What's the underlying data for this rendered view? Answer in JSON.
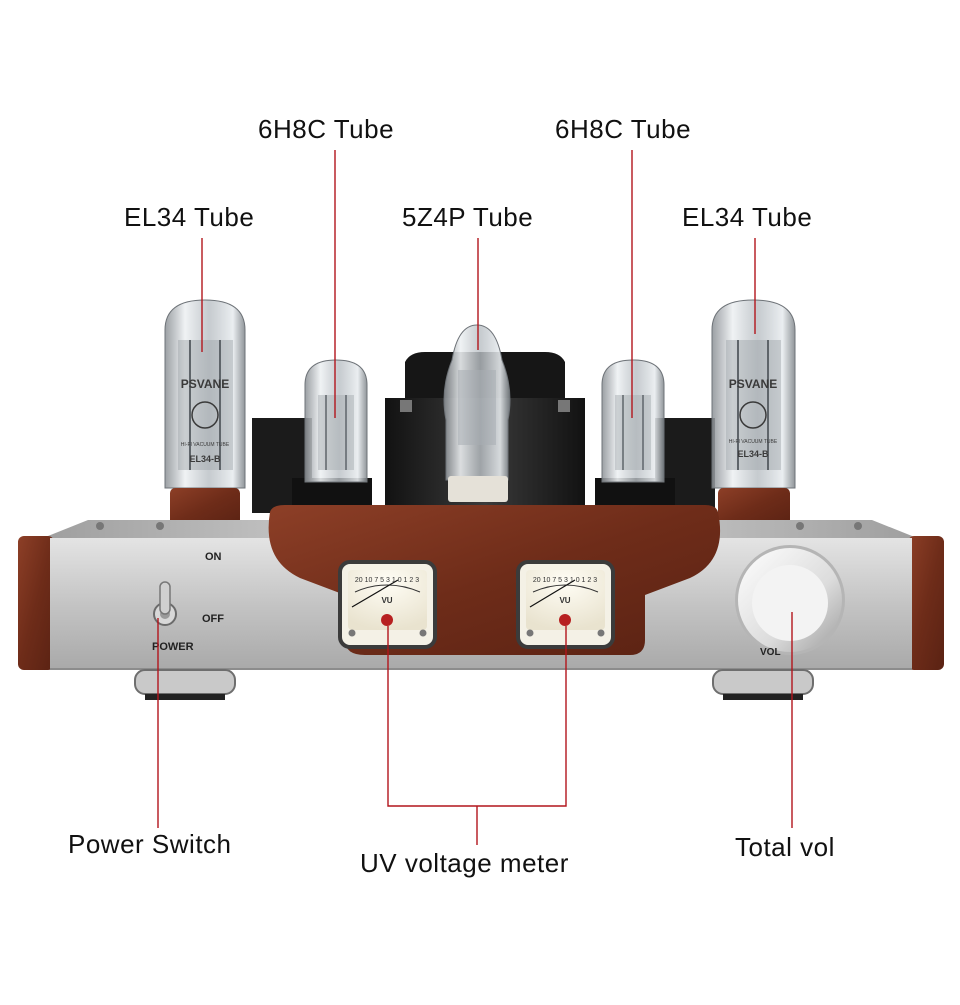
{
  "labels": {
    "el34_left": "EL34 Tube",
    "h6h8c_left": "6H8C Tube",
    "z5z4p": "5Z4P Tube",
    "h6h8c_right": "6H8C Tube",
    "el34_right": "EL34 Tube",
    "power_switch": "Power Switch",
    "uv_meter": "UV voltage meter",
    "total_vol": "Total vol"
  },
  "panel": {
    "on": "ON",
    "off": "OFF",
    "power": "POWER",
    "vol": "VOL"
  },
  "tube_print": {
    "brand": "PSVANE",
    "line": "HI-FI VACUUM TUBE",
    "model": "EL34-B"
  },
  "meter": {
    "scale": "20 10 7 5 3 1 0 1 2 3",
    "unit": "VU"
  },
  "colors": {
    "leader_line": "#b2151c",
    "wood": "#7a3320",
    "steel": "#c9c9c9",
    "transformer": "#1d1d1d"
  }
}
